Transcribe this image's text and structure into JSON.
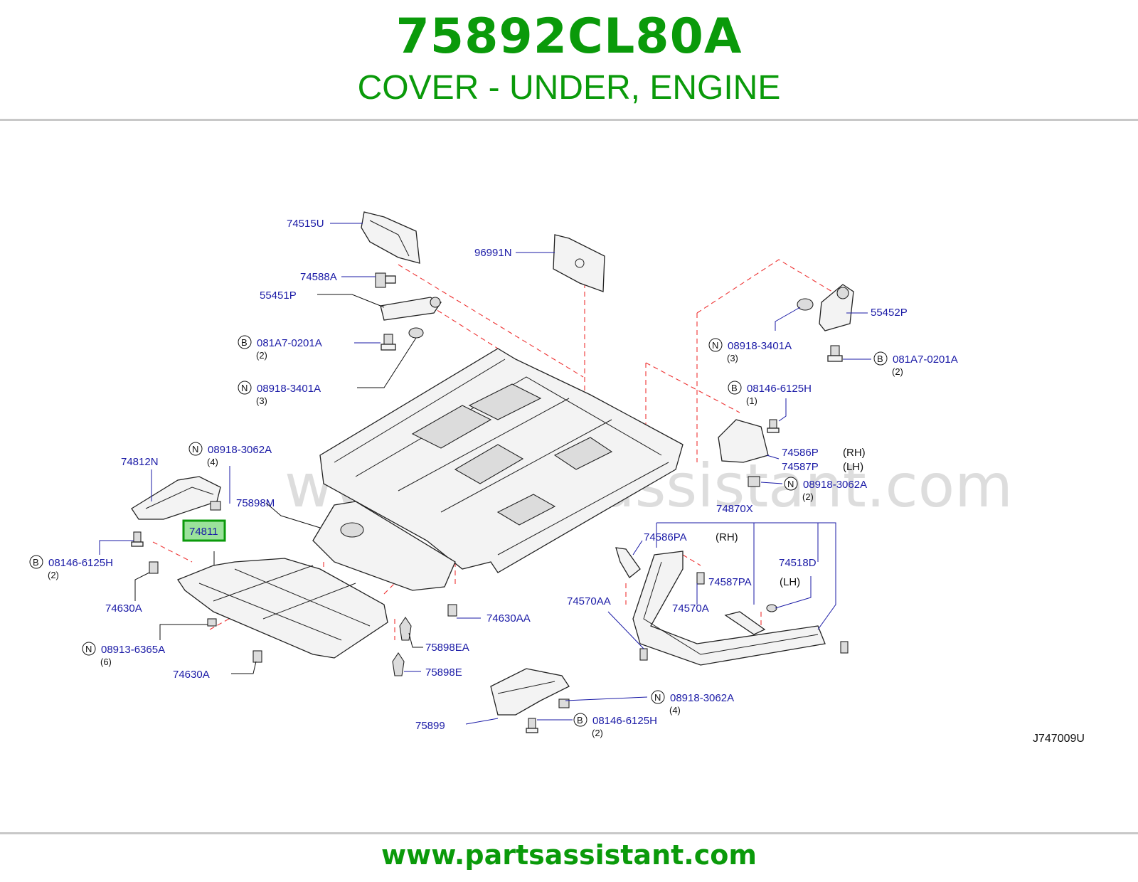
{
  "header": {
    "part_number": "75892CL80A",
    "part_name": "COVER - UNDER, ENGINE"
  },
  "watermark": "www.partsassistant.com",
  "diagram_ref": "J747009U",
  "footer": {
    "url": "www.partsassistant.com"
  },
  "highlighted_part": "74811",
  "colors": {
    "title_green": "#0a9a0a",
    "callout_blue": "#1a1aa6",
    "guide_red": "#e33333",
    "highlight_fill": "#9be29b"
  },
  "labels": {
    "p74515U": "74515U",
    "p96991N": "96991N",
    "p74588A": "74588A",
    "p55451P": "55451P",
    "p081A7_l": "081A7-0201A",
    "q081A7_l": "(2)",
    "p08918_3401_l": "08918-3401A",
    "q08918_3401_l": "(3)",
    "p55452P": "55452P",
    "p08918_3401_r": "08918-3401A",
    "q08918_3401_r": "(3)",
    "p081A7_r": "081A7-0201A",
    "q081A7_r": "(2)",
    "p08146_r": "08146-6125H",
    "q08146_r": "(1)",
    "p74586P": "74586P",
    "s74586P": "(RH)",
    "p74587P": "74587P",
    "s74587P": "(LH)",
    "p08918_3062_r": "08918-3062A",
    "q08918_3062_r": "(2)",
    "p74870X": "74870X",
    "p74586PA": "74586PA",
    "s74586PA": "(RH)",
    "p74518D": "74518D",
    "p74587PA": "74587PA",
    "s74587PA": "(LH)",
    "p74570AA": "74570AA",
    "p74570A": "74570A",
    "p08918_3062_l": "08918-3062A",
    "q08918_3062_l": "(4)",
    "p74812N": "74812N",
    "p75898M": "75898M",
    "p74811": "74811",
    "p08146_l": "08146-6125H",
    "q08146_l": "(2)",
    "p74630A_1": "74630A",
    "p74630AA": "74630AA",
    "p08913": "08913-6365A",
    "q08913": "(6)",
    "p75898EA": "75898EA",
    "p74630A_2": "74630A",
    "p75898E": "75898E",
    "p08918_3062_b": "08918-3062A",
    "q08918_3062_b": "(4)",
    "p75899": "75899",
    "p08146_b": "08146-6125H",
    "q08146_b": "(2)",
    "prefix_B": "B",
    "prefix_N": "N"
  }
}
